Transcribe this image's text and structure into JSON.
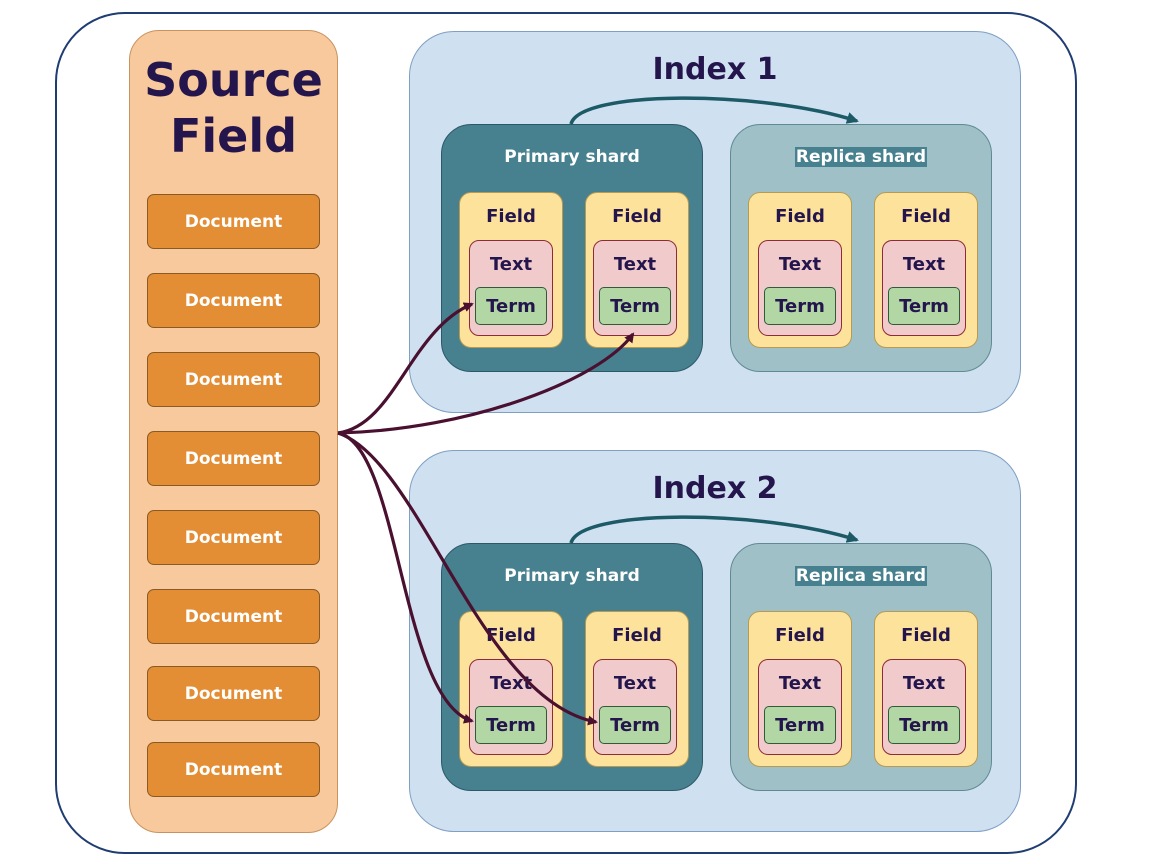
{
  "source": {
    "title_line1": "Source",
    "title_line2": "Field"
  },
  "documents": [
    "Document",
    "Document",
    "Document",
    "Document",
    "Document",
    "Document",
    "Document",
    "Document"
  ],
  "indices": [
    {
      "title": "Index 1",
      "primary": {
        "label": "Primary shard",
        "fields": [
          {
            "label": "Field",
            "text": "Text",
            "term": "Term"
          },
          {
            "label": "Field",
            "text": "Text",
            "term": "Term"
          }
        ]
      },
      "replica": {
        "label": "Replica shard",
        "fields": [
          {
            "label": "Field",
            "text": "Text",
            "term": "Term"
          },
          {
            "label": "Field",
            "text": "Text",
            "term": "Term"
          }
        ]
      }
    },
    {
      "title": "Index 2",
      "primary": {
        "label": "Primary shard",
        "fields": [
          {
            "label": "Field",
            "text": "Text",
            "term": "Term"
          },
          {
            "label": "Field",
            "text": "Text",
            "term": "Term"
          }
        ]
      },
      "replica": {
        "label": "Replica shard",
        "fields": [
          {
            "label": "Field",
            "text": "Text",
            "term": "Term"
          },
          {
            "label": "Field",
            "text": "Text",
            "term": "Term"
          }
        ]
      }
    }
  ],
  "colors": {
    "outline": "#1f3c73",
    "source_bg": "#f8c99c",
    "document": "#e38d34",
    "index_bg": "#cfe0f1",
    "primary_shard": "#47808f",
    "replica_shard": "#a0c0c7",
    "field": "#fde29b",
    "text": "#f1cbcb",
    "term": "#b2d7a5",
    "flow_arrow": "#4a1030",
    "replication_arrow": "#1c5a66"
  }
}
